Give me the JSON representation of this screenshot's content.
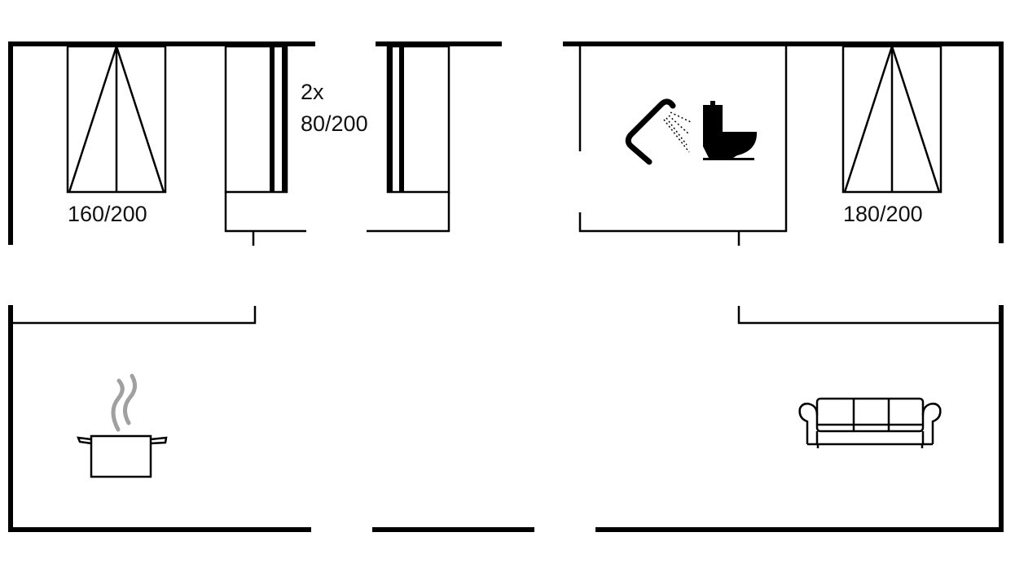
{
  "labels": {
    "bed_left": "160/200",
    "bunk_count": "2x",
    "bunk_size": "80/200",
    "bed_right": "180/200"
  },
  "icons": [
    "shower-icon",
    "toilet-icon",
    "cooking-pot-icon",
    "sofa-icon"
  ],
  "colors": {
    "lines": "#000000",
    "steam": "#a0a0a0",
    "background": "#ffffff"
  }
}
